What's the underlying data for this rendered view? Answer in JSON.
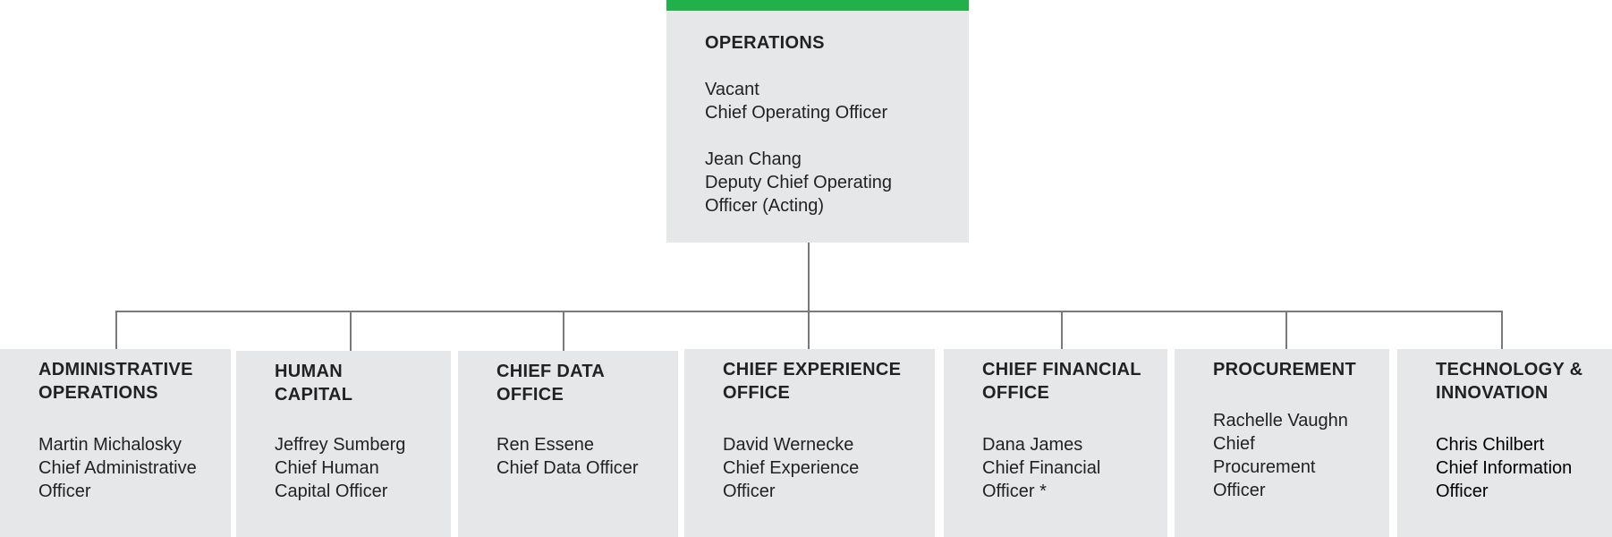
{
  "colors": {
    "accent": "#22b04b",
    "box": "#e6e7e8",
    "connector": "#7a7a7a"
  },
  "top": {
    "title": "OPERATIONS",
    "people": [
      {
        "name": "Vacant",
        "role_lines": [
          "Chief Operating Officer"
        ]
      },
      {
        "name": "Jean Chang",
        "role_lines": [
          "Deputy Chief Operating",
          "Officer (Acting)"
        ]
      }
    ]
  },
  "departments": [
    {
      "title_lines": [
        "ADMINISTRATIVE",
        "OPERATIONS"
      ],
      "lines": [
        "Martin Michalosky",
        "Chief Administrative",
        "Officer"
      ]
    },
    {
      "title_lines": [
        "HUMAN",
        "CAPITAL"
      ],
      "lines": [
        "Jeffrey Sumberg",
        "Chief Human",
        "Capital Officer"
      ]
    },
    {
      "title_lines": [
        "CHIEF DATA",
        "OFFICE"
      ],
      "lines": [
        "Ren Essene",
        "Chief Data Officer"
      ]
    },
    {
      "title_lines": [
        "CHIEF EXPERIENCE",
        "OFFICE"
      ],
      "lines": [
        "David Wernecke",
        "Chief Experience",
        "Officer"
      ]
    },
    {
      "title_lines": [
        "CHIEF FINANCIAL",
        "OFFICE"
      ],
      "lines": [
        "Dana James",
        "Chief Financial",
        "Officer *"
      ]
    },
    {
      "title_lines": [
        "PROCUREMENT"
      ],
      "lines": [
        "Rachelle Vaughn",
        "Chief",
        "Procurement",
        "Officer"
      ]
    },
    {
      "title_lines": [
        "TECHNOLOGY &",
        "INNOVATION"
      ],
      "lines": [
        "Chris Chilbert",
        "Chief Information",
        "Officer"
      ]
    }
  ]
}
